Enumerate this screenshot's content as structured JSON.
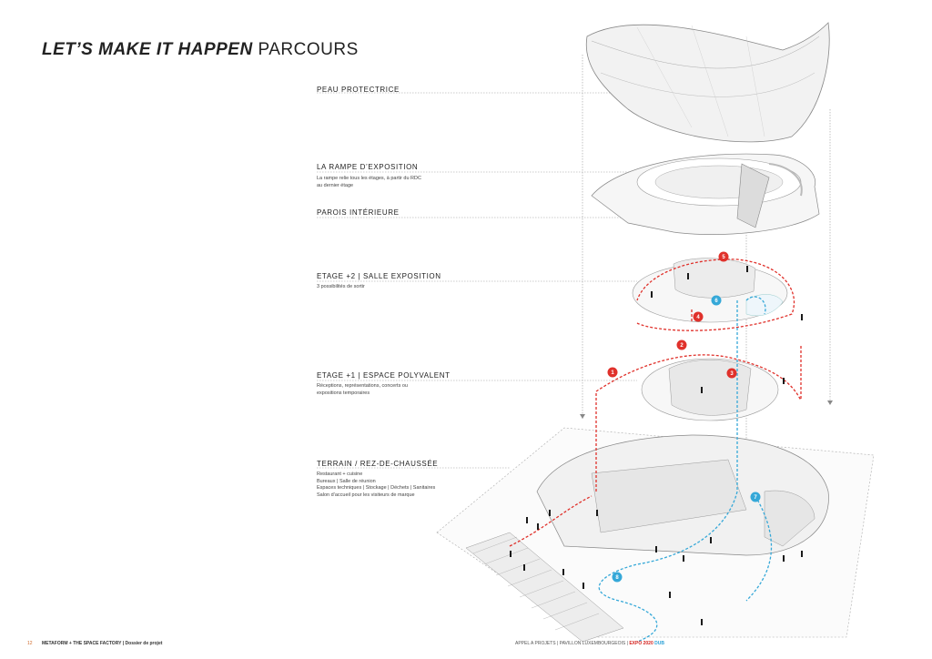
{
  "title": {
    "bold": "LET’S MAKE IT HAPPEN",
    "light": "PARCOURS"
  },
  "layers": [
    {
      "label": "PEAU PROTECTRICE",
      "desc": ""
    },
    {
      "label": "LA RAMPE D’EXPOSITION",
      "desc": "La rampe relie tous les étages, à partir du RDC\nau dernier étage"
    },
    {
      "label": "PAROIS INTÉRIEURE",
      "desc": ""
    },
    {
      "label": "ETAGE +2 | SALLE EXPOSITION",
      "desc": "3 possibilités de sortir"
    },
    {
      "label": "ETAGE +1 | ESPACE POLYVALENT",
      "desc": "Réceptions, représentations, concerts ou\nexpositions temporaires"
    },
    {
      "label": "TERRAIN / REZ-DE-CHAUSSÉE",
      "desc": "Restaurant + cuisine\nBureaux | Salle de réunion\nEspaces techniques | Stockage | Déchets | Sanitaires\nSalon d’accueil pour les visiteurs de marque"
    }
  ],
  "markers_red": [
    "1",
    "2",
    "3",
    "4",
    "5"
  ],
  "markers_blue": [
    "6",
    "7",
    "8"
  ],
  "colors": {
    "red": "#e0312b",
    "blue": "#35a8d8",
    "line": "#9a9a9a"
  },
  "footer": {
    "page": "12",
    "left": "METAFORM + THE SPACE FACTORY | Dossier de projet",
    "right": "APPEL A PROJETS | PAVILLON LUXEMBOURGEOIS |",
    "expo": "EXPO 2020",
    "dub": "DUB"
  }
}
